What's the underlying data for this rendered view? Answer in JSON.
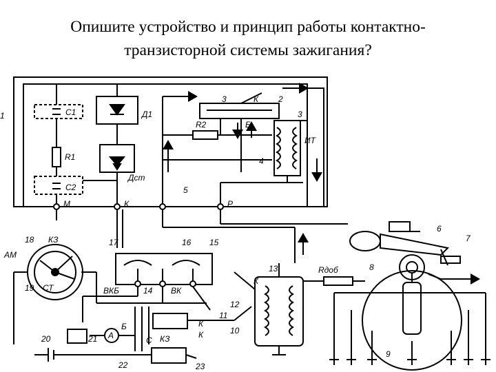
{
  "title": {
    "line1": "Опишите устройство и принцип работы контактно-",
    "line2": "транзисторной системы зажигания?"
  },
  "diagram": {
    "component_labels": {
      "c1": "C1",
      "d1": "Д1",
      "r1": "R1",
      "dst": "Дст",
      "c2": "C2",
      "m": "М",
      "k_term": "К",
      "p": "Р",
      "r2": "R2",
      "it": "ИТ",
      "b": "Б",
      "k_top": "К",
      "z": "3",
      "kz": "КЗ",
      "am": "АМ",
      "st": "СТ",
      "vkb": "ВКБ",
      "vk": "ВК",
      "rdob": "Rдоб",
      "k_coil": "К",
      "b_small": "Б",
      "s_small": "С",
      "k_small": "К",
      "kz2": "КЗ",
      "k_small2": "К",
      "a_meter": "А"
    },
    "callouts": [
      "1",
      "2",
      "3",
      "4",
      "5",
      "6",
      "7",
      "8",
      "9",
      "10",
      "11",
      "12",
      "13",
      "14",
      "15",
      "16",
      "17",
      "18",
      "19",
      "20",
      "21",
      "22",
      "23"
    ]
  }
}
